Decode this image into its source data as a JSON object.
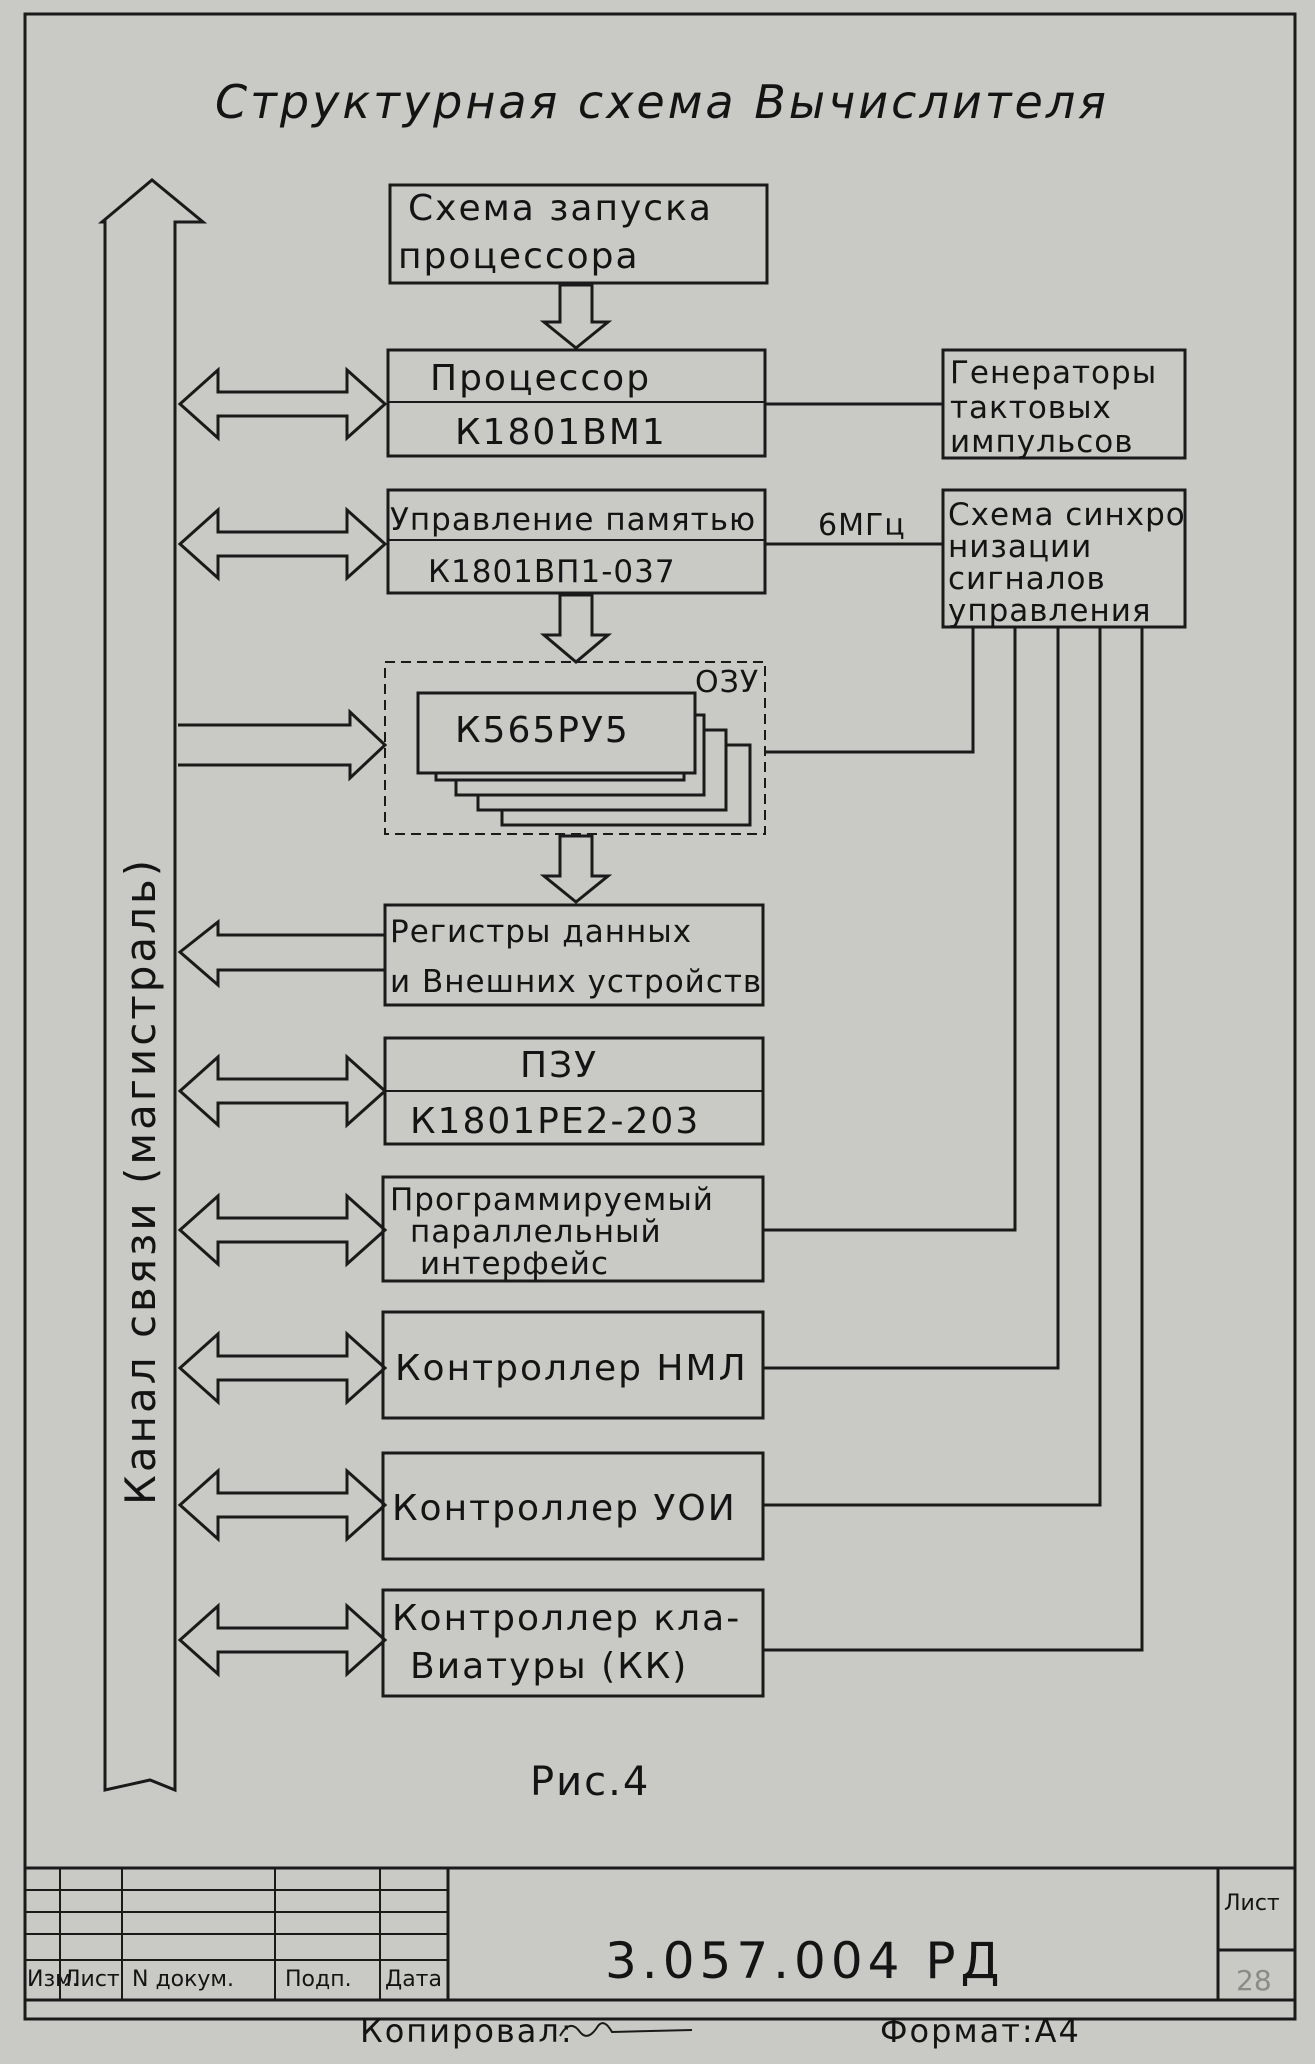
{
  "title": "Структурная схема Вычислителя",
  "bus_label": "Канал связи (магистраль)",
  "boxes": {
    "startup": [
      "Схема запуска",
      "процессора"
    ],
    "processor": [
      "Процессор",
      "К1801ВМ1"
    ],
    "memory_control": [
      "Управление памятью",
      "К1801ВП1-037"
    ],
    "ram_label": "ОЗУ",
    "ram_chip": "К565РУ5",
    "registers": [
      "Регистры данных",
      "и Внешних устройств"
    ],
    "rom": [
      "ПЗУ",
      "К1801РЕ2-203"
    ],
    "ppi": [
      "Программируемый",
      "параллельный",
      "интерфейс"
    ],
    "tape_controller": "Контроллер НМЛ",
    "display_controller": "Контроллер УОИ",
    "keyboard_controller": [
      "Контроллер кла-",
      "Виатуры (КК)"
    ],
    "clock_generators": [
      "Генераторы",
      "тактовых",
      "импульсов"
    ],
    "sync_circuit": [
      "Схема синхро",
      "низации",
      "сигналов",
      "управления"
    ]
  },
  "freq_label": "6МГц",
  "figure_caption": "Рис.4",
  "title_block": {
    "doc_number": "3.057.004 РД",
    "columns": [
      "Изм.",
      "Лист",
      "N докум.",
      "Подп.",
      "Дата"
    ],
    "sheet_label": "Лист",
    "sheet_number": "28",
    "copied_label": "Копировал:",
    "format_label": "Формат:А4"
  }
}
